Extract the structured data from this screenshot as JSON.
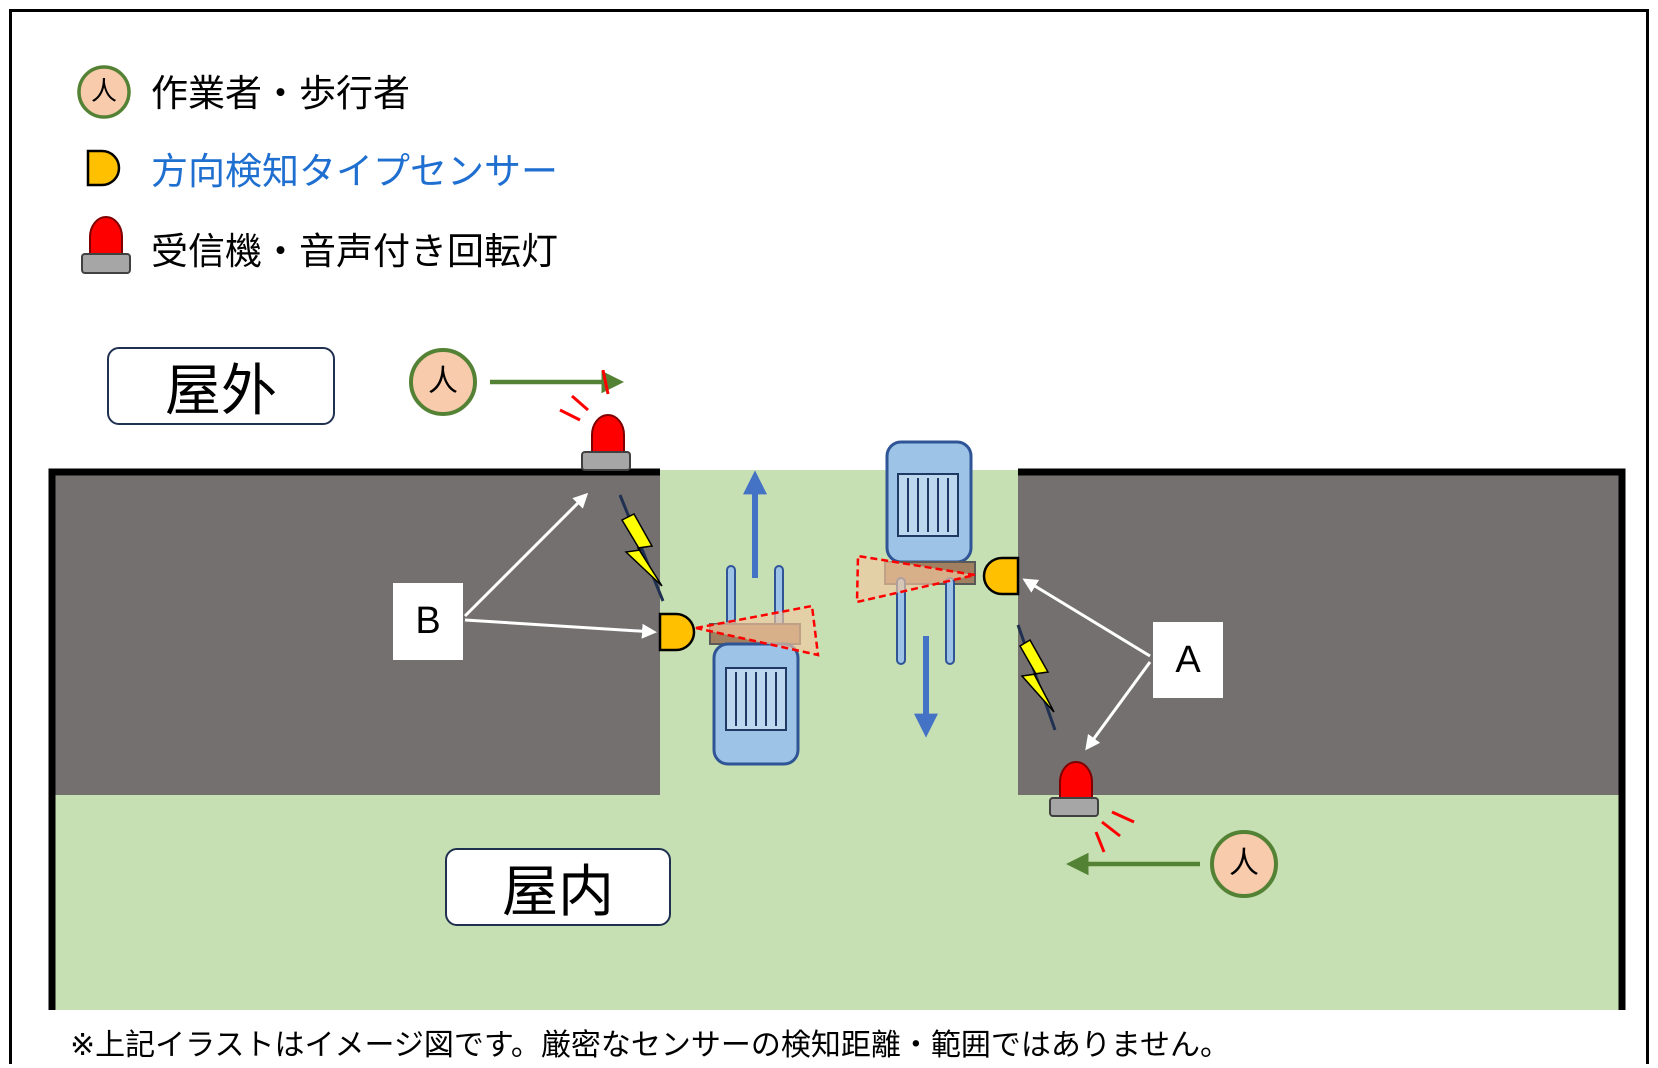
{
  "legend": {
    "worker": {
      "icon": "person-icon",
      "icon_text": "人",
      "label": "作業者・歩行者"
    },
    "sensor": {
      "icon": "sensor-icon",
      "label": "方向検知タイプセンサー",
      "color": "#1f6fd1"
    },
    "receiver": {
      "icon": "rotating-lamp-icon",
      "label": "受信機・音声付き回転灯"
    }
  },
  "areas": {
    "outdoor": "屋外",
    "indoor": "屋内"
  },
  "callouts": {
    "a": "A",
    "b": "B"
  },
  "people": {
    "icon_text": "人"
  },
  "colors": {
    "wall": "#747070",
    "floor": "#c6e0b4",
    "person_fill": "#f8cbad",
    "person_stroke": "#548235",
    "sensor_fill": "#ffc000",
    "lamp_red": "#ff0000",
    "forklift_blue": "#9dc3e6",
    "arrow_blue": "#4472c4",
    "arrow_green": "#548235",
    "lightning": "#ffff00"
  },
  "footnote": "※上記イラストはイメージ図です。厳密なセンサーの検知距離・範囲ではありません。"
}
